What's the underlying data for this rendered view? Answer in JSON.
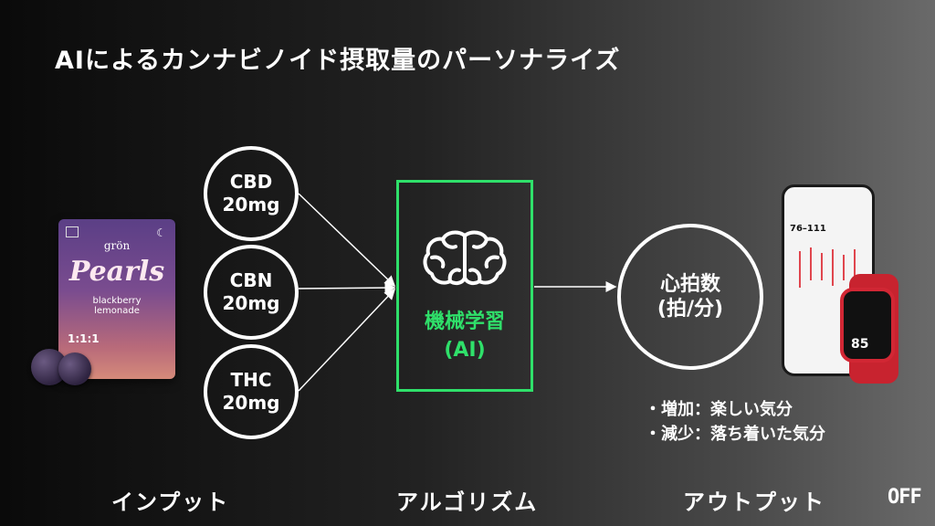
{
  "title": "AIによるカンナビノイド摂取量のパーソナライズ",
  "inputs": [
    {
      "name": "CBD",
      "dose": "20mg"
    },
    {
      "name": "CBN",
      "dose": "20mg"
    },
    {
      "name": "THC",
      "dose": "20mg"
    }
  ],
  "algorithm": {
    "label_line1": "機械学習",
    "label_line2": "(AI)",
    "icon": "brain-icon",
    "color": "#2fe06a"
  },
  "output": {
    "line1": "心拍数",
    "line2": "(拍/分)"
  },
  "bullets": [
    "・増加：楽しい気分",
    "・減少：落ち着いた気分"
  ],
  "sections": {
    "input": "インプット",
    "algorithm": "アルゴリズム",
    "output": "アウトプット"
  },
  "logo": "OFF",
  "product": {
    "brand": "grön",
    "name": "Pearls",
    "flavor_line1": "blackberry",
    "flavor_line2": "lemonade",
    "ratio": "1:1:1",
    "count": "2"
  },
  "device": {
    "heart_rate_range": "76–111",
    "watch_bpm": "85"
  }
}
